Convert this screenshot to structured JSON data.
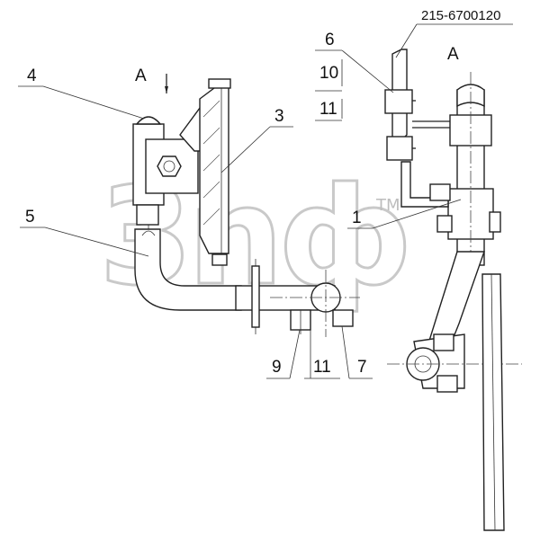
{
  "drawing_number": "215-6700120",
  "view_labels": {
    "section_left": "A",
    "view_right": "A"
  },
  "callouts": {
    "c1": "1",
    "c3": "3",
    "c4": "4",
    "c5": "5",
    "c6": "6",
    "c7": "7",
    "c9": "9",
    "c10": "10",
    "c11_top": "11",
    "c11_bottom": "11"
  },
  "watermark": {
    "text": "3nф",
    "tm": "TM"
  }
}
